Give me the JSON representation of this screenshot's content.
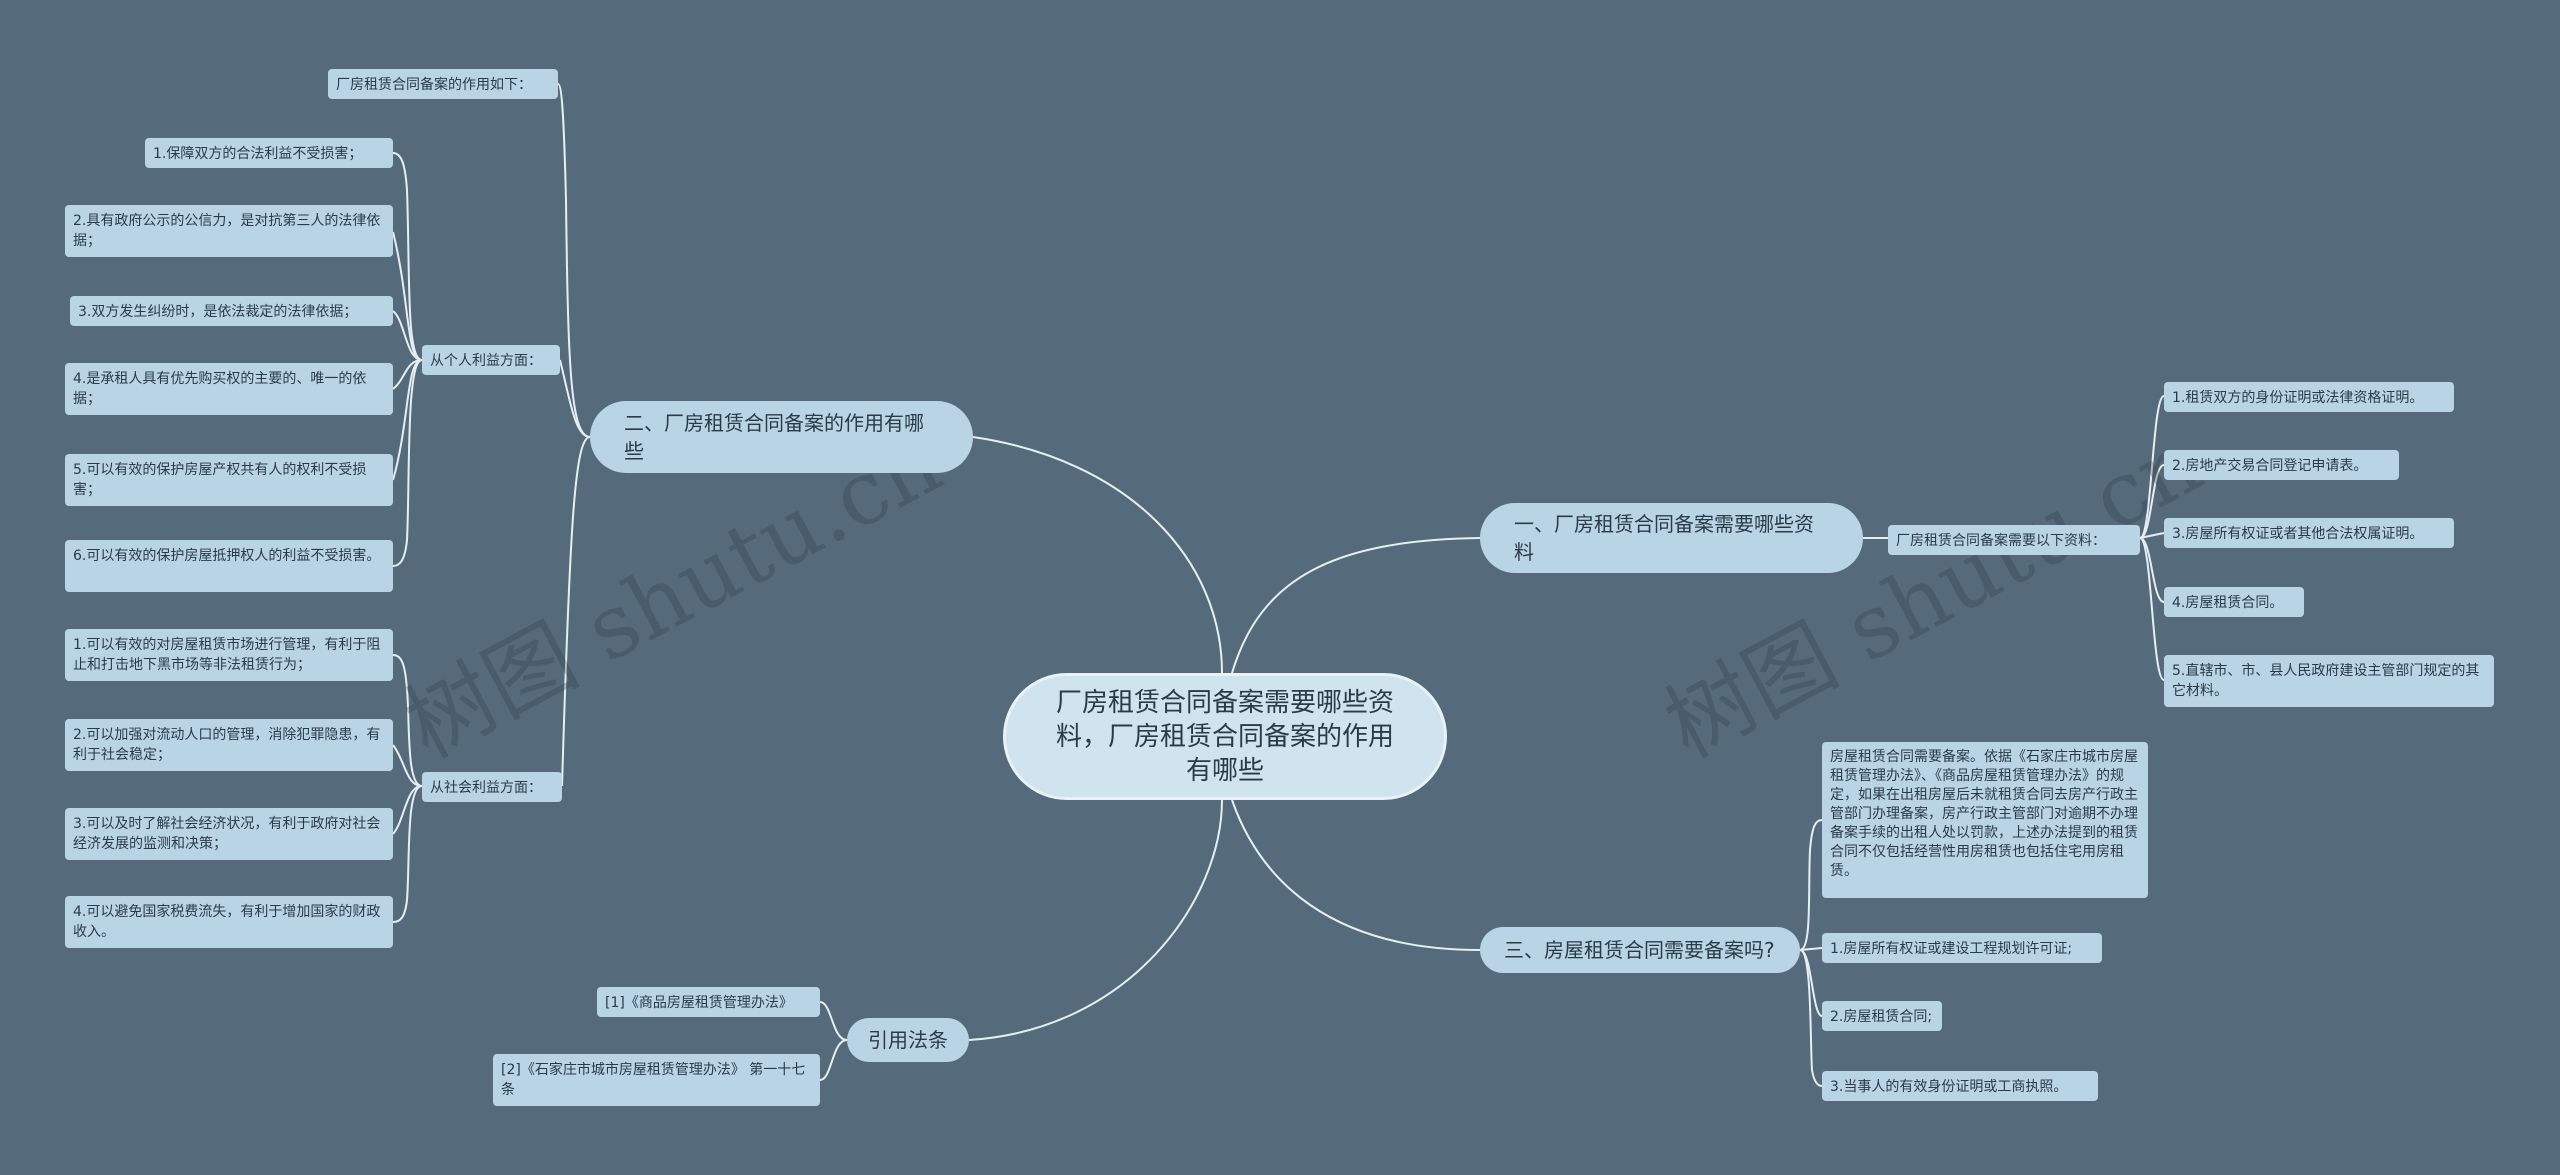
{
  "root": "厂房租赁合同备案需要哪些资料，厂房租赁合同备案的作用有哪些",
  "watermark": "树图 shutu.cn",
  "colors": {
    "background": "#556b7b",
    "node": "#b9d4e5",
    "root": "#cfe4ef",
    "line": "#e6eef2"
  },
  "branch1": {
    "title": "一、厂房租赁合同备案需要哪些资料",
    "sub": "厂房租赁合同备案需要以下资料：",
    "items": [
      "1.租赁双方的身份证明或法律资格证明。",
      "2.房地产交易合同登记申请表。",
      "3.房屋所有权证或者其他合法权属证明。",
      "4.房屋租赁合同。",
      "5.直辖市、市、县人民政府建设主管部门规定的其它材料。"
    ]
  },
  "branch2": {
    "title": "二、厂房租赁合同备案的作用有哪些",
    "intro": "厂房租赁合同备案的作用如下：",
    "personal": {
      "label": "从个人利益方面：",
      "items": [
        "1.保障双方的合法利益不受损害；",
        "2.具有政府公示的公信力，是对抗第三人的法律依据；",
        "3.双方发生纠纷时，是依法裁定的法律依据；",
        "4.是承租人具有优先购买权的主要的、唯一的依据；",
        "5.可以有效的保护房屋产权共有人的权利不受损害；",
        "6.可以有效的保护房屋抵押权人的利益不受损害。"
      ]
    },
    "social": {
      "label": "从社会利益方面：",
      "items": [
        "1.可以有效的对房屋租赁市场进行管理，有利于阻止和打击地下黑市场等非法租赁行为；",
        "2.可以加强对流动人口的管理，消除犯罪隐患，有利于社会稳定；",
        "3.可以及时了解社会经济状况，有利于政府对社会经济发展的监测和决策；",
        "4.可以避免国家税费流失，有利于增加国家的财政收入。"
      ]
    }
  },
  "branch3": {
    "title": "三、房屋租赁合同需要备案吗?",
    "items": [
      "房屋租赁合同需要备案。依据《石家庄市城市房屋租赁管理办法》、《商品房屋租赁管理办法》的规定，如果在出租房屋后未就租赁合同去房产行政主管部门办理备案，房产行政主管部门对逾期不办理备案手续的出租人处以罚款，上述办法提到的租赁合同不仅包括经营性用房租赁也包括住宅用房租赁。",
      "1.房屋所有权证或建设工程规划许可证;",
      "2.房屋租赁合同;",
      "3.当事人的有效身份证明或工商执照。"
    ]
  },
  "branch4": {
    "title": "引用法条",
    "items": [
      "[1]《商品房屋租赁管理办法》",
      "[2]《石家庄市城市房屋租赁管理办法》 第一十七条"
    ]
  }
}
